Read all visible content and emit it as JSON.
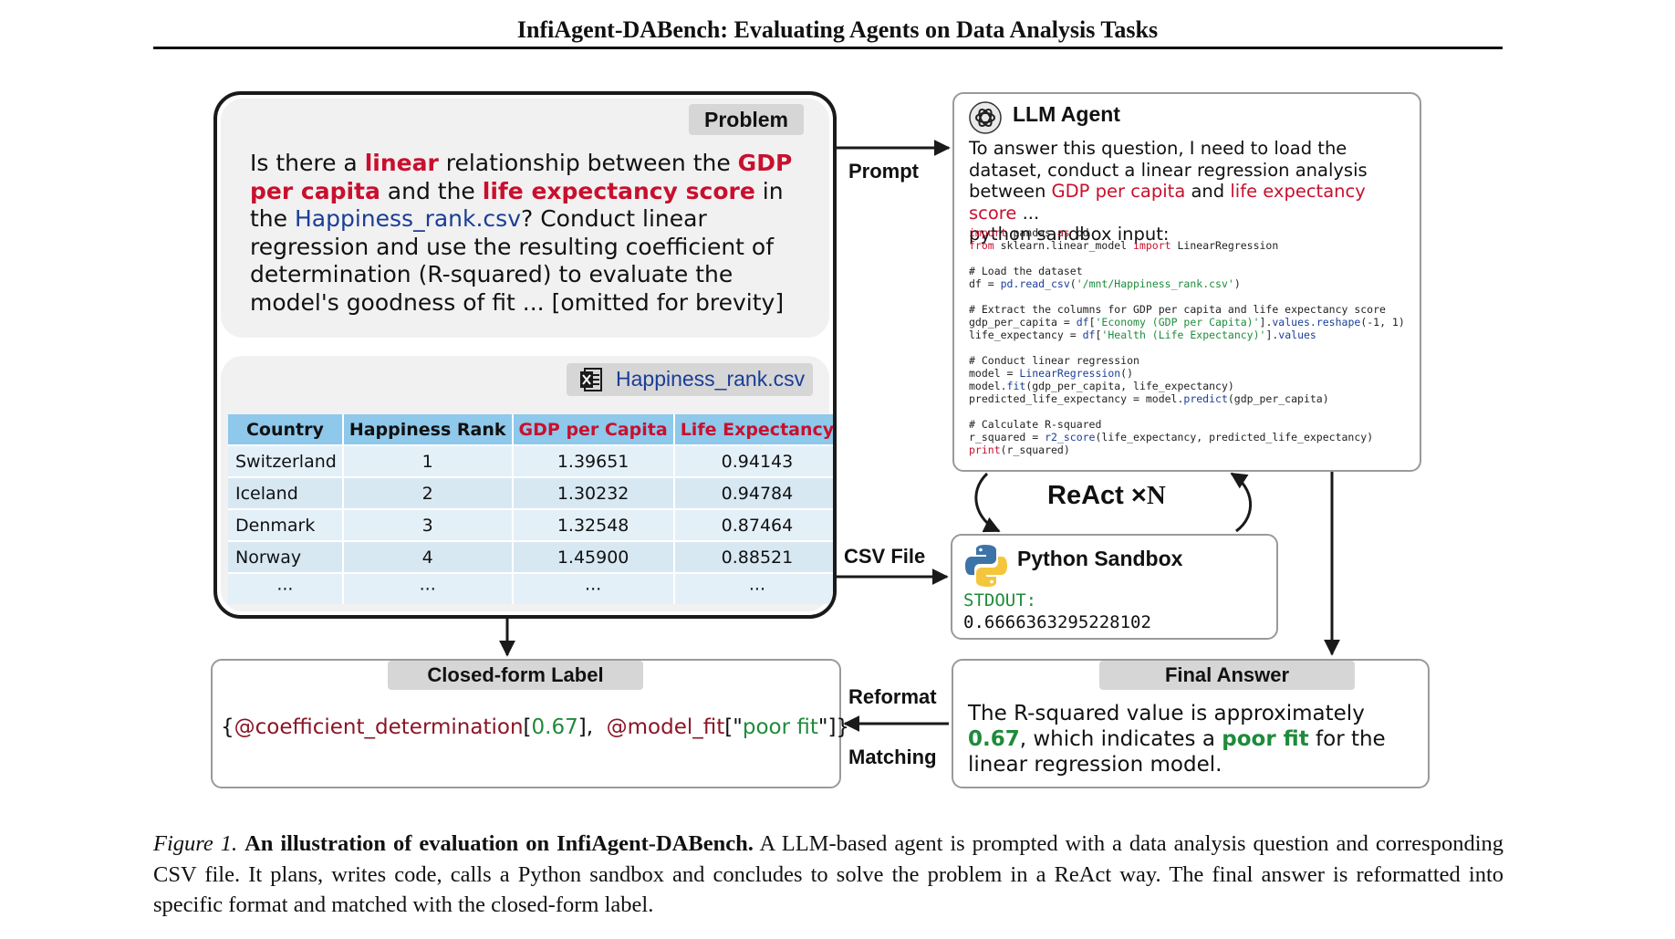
{
  "header": {
    "title": "InfiAgent-DABench: Evaluating Agents on Data Analysis Tasks"
  },
  "problem": {
    "pill": "Problem",
    "q1": "Is there a ",
    "q_linear": "linear",
    "q2": " relationship between the ",
    "q_gdp": "GDP per capita",
    "q3": " and the ",
    "q_life": "life expectancy score",
    "q4": " in the ",
    "q_file": "Happiness_rank.csv",
    "q5": "? Conduct linear regression and use the resulting coefficient of determination (R-squared) to evaluate the model's goodness of fit ... [omitted for brevity]"
  },
  "csv": {
    "file_label": "Happiness_rank.csv",
    "columns": [
      "Country",
      "Happiness Rank",
      "GDP per Capita",
      "Life Expectancy",
      "···"
    ],
    "rows": [
      [
        "Switzerland",
        "1",
        "1.39651",
        "0.94143",
        "···"
      ],
      [
        "Iceland",
        "2",
        "1.30232",
        "0.94784",
        "···"
      ],
      [
        "Denmark",
        "3",
        "1.32548",
        "0.87464",
        "···"
      ],
      [
        "Norway",
        "4",
        "1.45900",
        "0.88521",
        "···"
      ],
      [
        "···",
        "···",
        "···",
        "···",
        "···"
      ]
    ]
  },
  "llm": {
    "title": "LLM Agent",
    "t1": "To answer this question, I need to load the dataset, conduct a linear regression analysis between ",
    "t_gdp": "GDP per capita",
    "t2": " and ",
    "t_life": "life expectancy score",
    "t3": " ...",
    "t4": "python sandbox input:",
    "code": {
      "l1_kw": "import",
      "l1_mid": " pandas ",
      "l1_kw2": "as",
      "l1_end": " pd",
      "l2_kw": "from",
      "l2_mid": " sklearn.linear_model ",
      "l2_kw2": "import",
      "l2_end": " LinearRegression",
      "c1": "# Load the dataset",
      "l3_a": "df = ",
      "l3_fn": "pd.read_csv",
      "l3_b": "(",
      "l3_str": "'/mnt/Happiness_rank.csv'",
      "l3_c": ")",
      "c2": "# Extract the columns for GDP per capita and life expectancy score",
      "l4_a": "gdp_per_capita = ",
      "l4_fn": "df",
      "l4_b": "[",
      "l4_str": "'Economy (GDP per Capita)'",
      "l4_c": "].",
      "l4_fn2": "values.reshape",
      "l4_d": "(-1, 1)",
      "l5_a": "life_expectancy = ",
      "l5_fn": "df",
      "l5_b": "[",
      "l5_str": "'Health (Life Expectancy)'",
      "l5_c": "].",
      "l5_fn2": "values",
      "c3": "# Conduct linear regression",
      "l6_a": "model = ",
      "l6_fn": "LinearRegression",
      "l6_b": "()",
      "l7_a": "model.",
      "l7_fn": "fit",
      "l7_b": "(gdp_per_capita, life_expectancy)",
      "l8_a": "predicted_life_expectancy = model.",
      "l8_fn": "predict",
      "l8_b": "(gdp_per_capita)",
      "c4": "# Calculate R-squared",
      "l9_a": "r_squared = ",
      "l9_fn": "r2_score",
      "l9_b": "(life_expectancy, predicted_life_expectancy)",
      "l10_fn": "print",
      "l10_b": "(r_squared)"
    }
  },
  "react": {
    "label": "ReAct",
    "times": "×",
    "n": "N"
  },
  "sandbox": {
    "title": "Python Sandbox",
    "stdout_label": "STDOUT:",
    "stdout_value": "0.6666363295228102"
  },
  "edges": {
    "prompt": "Prompt",
    "csv": "CSV File",
    "reformat": "Reformat",
    "matching": "Matching"
  },
  "closed_form": {
    "pill": "Closed-form Label",
    "open": "{",
    "k1": "@coefficient_determination",
    "b1": "[",
    "v1": "0.67",
    "b2": "],",
    "sp": "  ",
    "k2": "@model_fit",
    "b3": "[\"",
    "v2": "poor fit",
    "b4": "\"]}"
  },
  "final": {
    "pill": "Final Answer",
    "a1": "The R-squared value is approximately ",
    "a_val": "0.67",
    "a2": ", which indicates a ",
    "a_fit": "poor fit",
    "a3": " for the linear regression model."
  },
  "caption": {
    "fig": "Figure 1.",
    "bold": "An illustration of evaluation on InfiAgent-DABench.",
    "rest": "A LLM-based agent is prompted with a data analysis question and corresponding CSV file. It plans, writes code, calls a Python sandbox and concludes to solve the problem in a ReAct way. The final answer is reformatted into specific format and matched with the closed-form label."
  }
}
